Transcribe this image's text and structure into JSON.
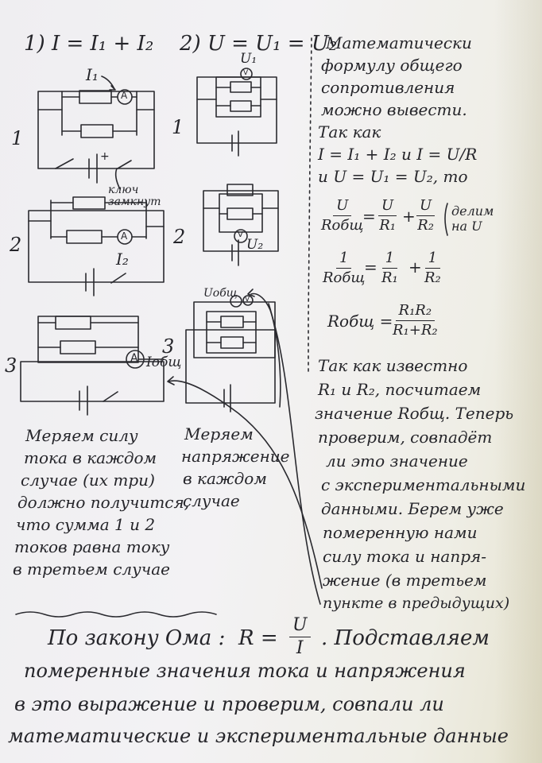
{
  "formulas": {
    "current_law": "1) I = I₁ + I₂",
    "voltage_law": "2) U = U₁ = U₂"
  },
  "circuit_labels": {
    "c1_current": "I₁",
    "c1_number": "1",
    "switch_note": "ключ замкнут",
    "c2_number": "2",
    "c2_current": "I₂",
    "c3_number": "3",
    "c3_current": "Iобщ",
    "v1_voltage": "U₁",
    "v1_number": "1",
    "v2_voltage": "U₂",
    "v2_number": "2",
    "v3_voltage": "Uобщ",
    "v3_number": "3",
    "ammeter": "A",
    "voltmeter": "V",
    "plus": "+"
  },
  "notes": {
    "left": [
      "Меряем силу",
      "тока в каждом",
      "случае (их три)",
      "должно получится,",
      "что сумма 1 и 2",
      "токов равна току",
      "в третьем случае"
    ],
    "middle": [
      "Меряем",
      "напряжение",
      "в каждом",
      "случае"
    ]
  },
  "right_text": {
    "intro": [
      "Математически",
      "формулу общего",
      "сопротивления",
      "можно вывести.",
      "Так как"
    ],
    "line_i": "I = I₁ + I₂ и I = U/R",
    "line_u": "и U = U₁ = U₂, то",
    "eq1": {
      "lhs_num": "U",
      "lhs_den": "Rобщ",
      "r1_num": "U",
      "r1_den": "R₁",
      "r2_num": "U",
      "r2_den": "R₂",
      "note": "делим на U"
    },
    "eq2": {
      "lhs_num": "1",
      "lhs_den": "Rобщ",
      "r1_num": "1",
      "r1_den": "R₁",
      "r2_num": "1",
      "r2_den": "R₂"
    },
    "eq3": {
      "lhs": "Rобщ =",
      "num": "R₁R₂",
      "den": "R₁+R₂"
    },
    "outro": [
      "Так как известно",
      "R₁ и R₂, посчитаем",
      "значение Rобщ. Теперь",
      "проверим, совпадёт",
      "ли это значение",
      "с экспериментальными",
      "данными. Берем уже",
      "померенную нами",
      "силу тока и напря-",
      "жение (в третьем",
      "пункте в предыдущих)"
    ]
  },
  "bottom": {
    "line1_start": "По закону Ома :",
    "formula": {
      "lhs": "R =",
      "num": "U",
      "den": "I"
    },
    "line1_end": ". Подставляем",
    "lines": [
      "померенные значения тока и напряжения",
      "в это выражение и проверим, совпали ли",
      "математические и экспериментальные данные"
    ]
  }
}
